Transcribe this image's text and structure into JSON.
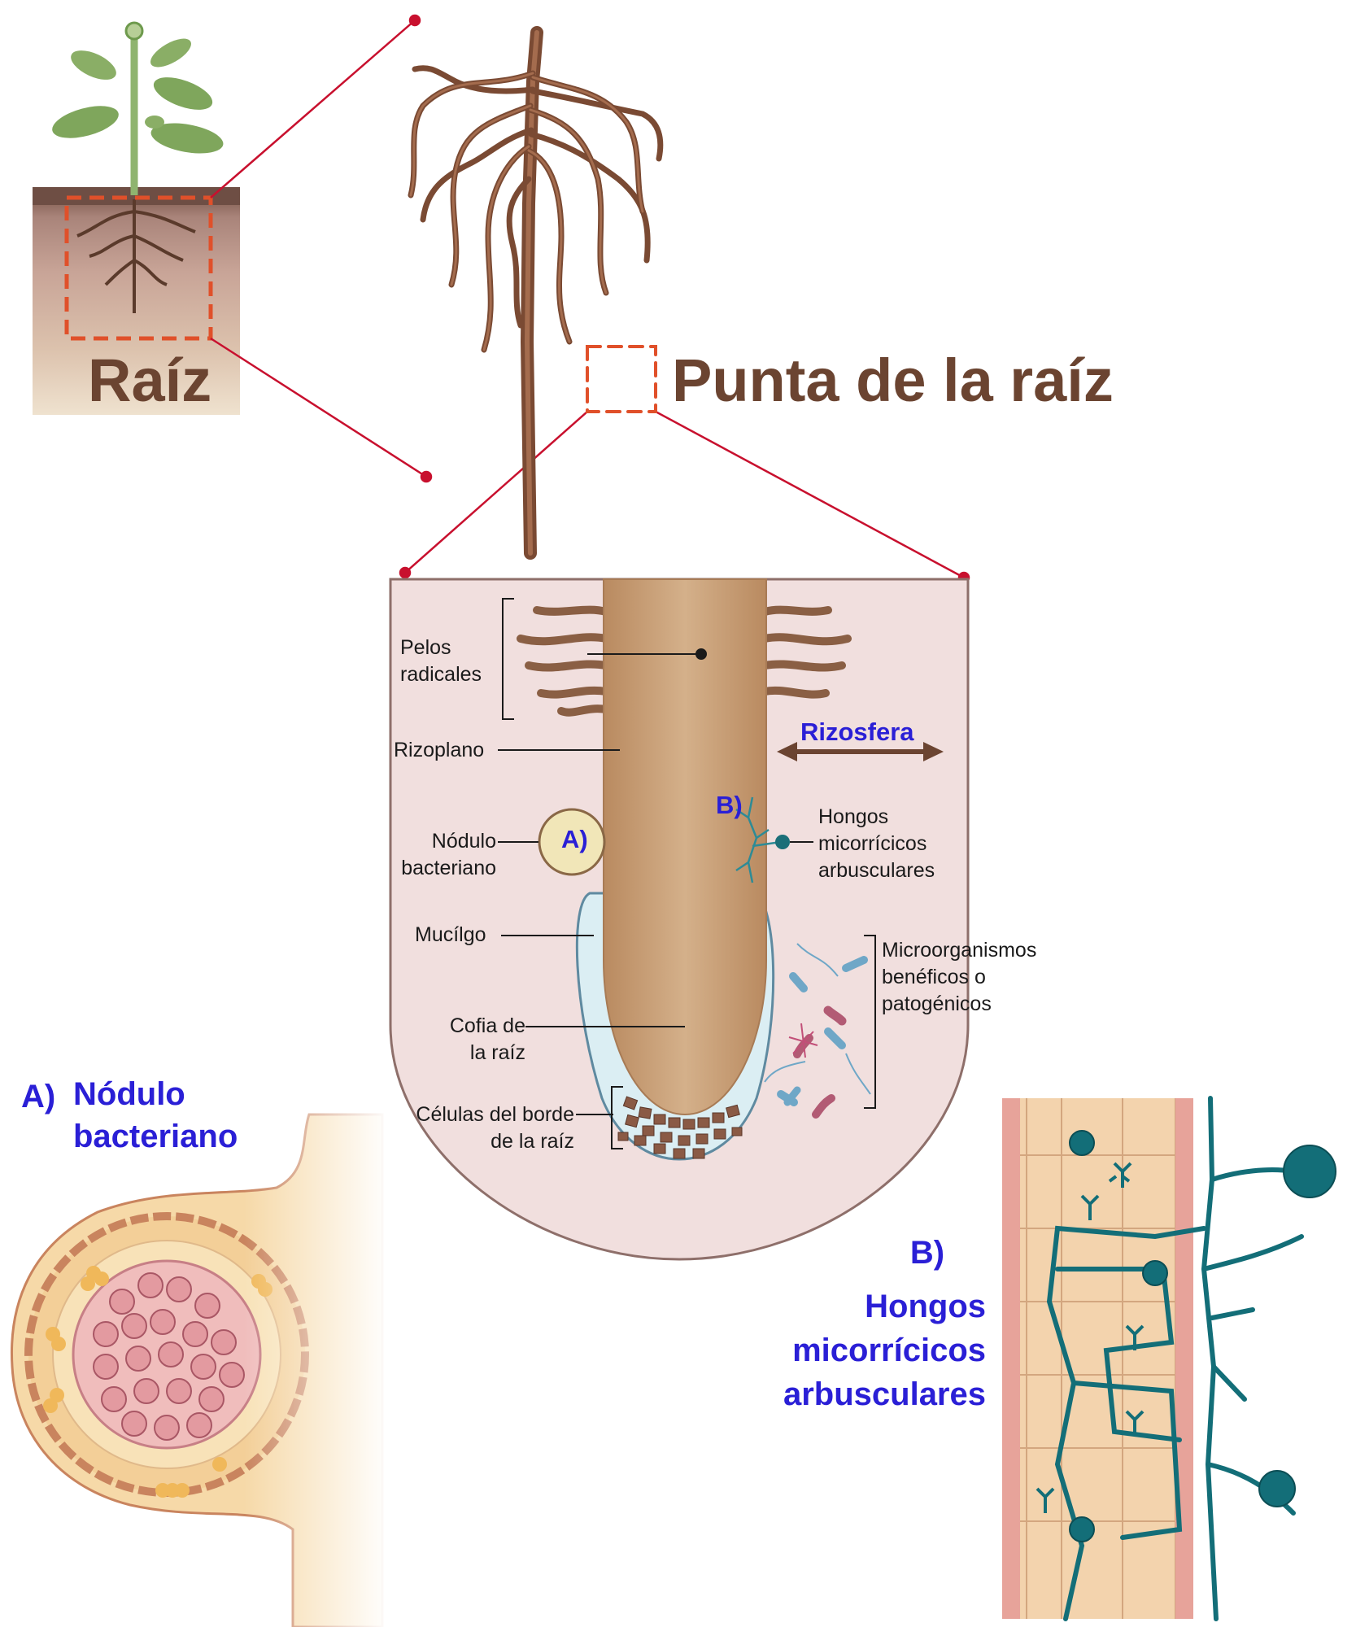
{
  "titles": {
    "raiz": "Raíz",
    "punta": "Punta de la raíz"
  },
  "labels": {
    "pelos_1": "Pelos",
    "pelos_2": "radicales",
    "rizoplano": "Rizoplano",
    "rizosfera": "Rizosfera",
    "nodulo_1": "Nódulo",
    "nodulo_2": "bacteriano",
    "mucilgo": "Mucílgo",
    "cofia_1": "Cofia de",
    "cofia_2": "la raíz",
    "celulas_1": "Células del borde",
    "celulas_2": "de la raíz",
    "hongos_1": "Hongos",
    "hongos_2": "micorrícicos",
    "hongos_3": "arbusculares",
    "micro_1": "Microorganismos",
    "micro_2": "benéficos o",
    "micro_3": "patogénicos",
    "marker_a": "A)",
    "marker_b": "B)"
  },
  "panel_a": {
    "letter": "A)",
    "title_1": "Nódulo",
    "title_2": "bacteriano"
  },
  "panel_b": {
    "letter": "B)",
    "title_1": "Hongos",
    "title_2": "micorrícicos",
    "title_3": "arbusculares"
  },
  "colors": {
    "title_brown": "#6b4431",
    "accent_blue": "#2a1fd6",
    "zoom_line": "#c8102e",
    "dash_box": "#e0502a",
    "root_brown": "#7a4a33",
    "fungi_teal": "#136e78"
  }
}
